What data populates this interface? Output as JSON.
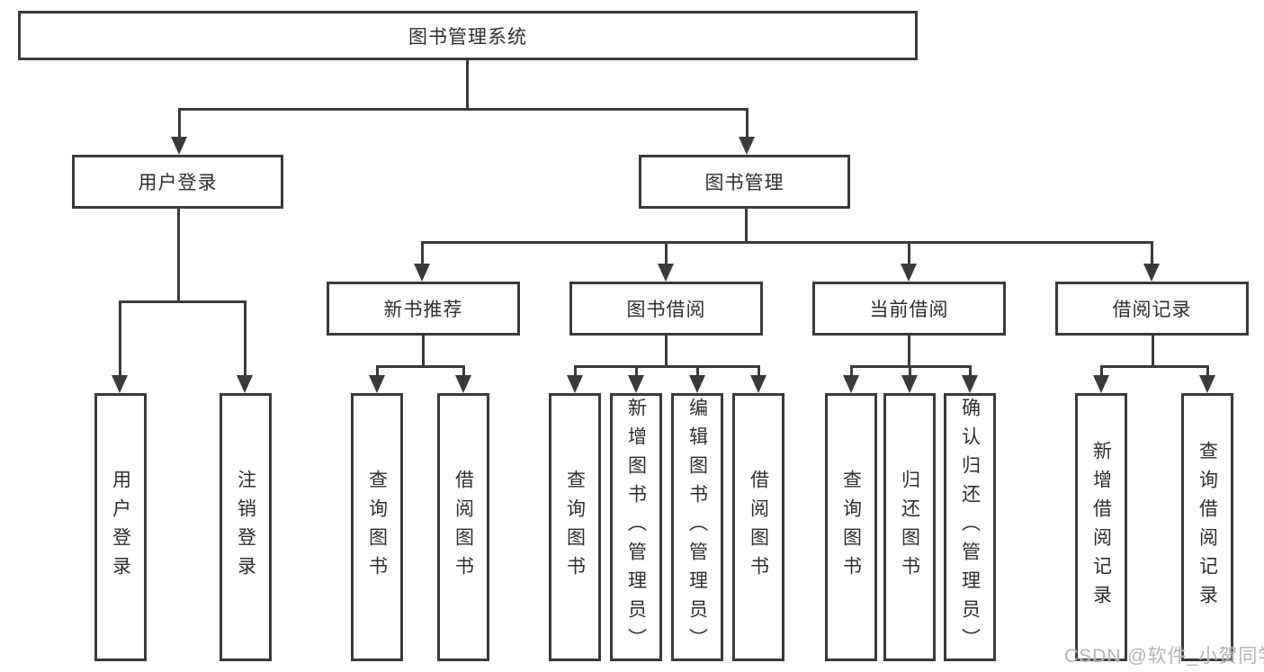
{
  "diagram": {
    "root": {
      "label": "图书管理系统"
    },
    "branches": [
      {
        "label": "用户登录",
        "children": [
          {
            "label": "用户登录"
          },
          {
            "label": "注销登录"
          }
        ]
      },
      {
        "label": "图书管理",
        "children": [
          {
            "label": "新书推荐",
            "children": [
              {
                "label": "查询图书"
              },
              {
                "label": "借阅图书"
              }
            ]
          },
          {
            "label": "图书借阅",
            "children": [
              {
                "label": "查询图书"
              },
              {
                "label": "新增图书（管理员）"
              },
              {
                "label": "编辑图书（管理员）"
              },
              {
                "label": "借阅图书"
              }
            ]
          },
          {
            "label": "当前借阅",
            "children": [
              {
                "label": "查询图书"
              },
              {
                "label": "归还图书"
              },
              {
                "label": "确认归还（管理员）"
              }
            ]
          },
          {
            "label": "借阅记录",
            "children": [
              {
                "label": "新增借阅记录"
              },
              {
                "label": "查询借阅记录"
              }
            ]
          }
        ]
      }
    ]
  },
  "watermark": {
    "text": "CSDN @软件_小贺同学"
  },
  "colors": {
    "line": "#3a3a3a",
    "text": "#2e2e2e",
    "background": "#ffffff",
    "watermark": "#b3b3b3"
  }
}
